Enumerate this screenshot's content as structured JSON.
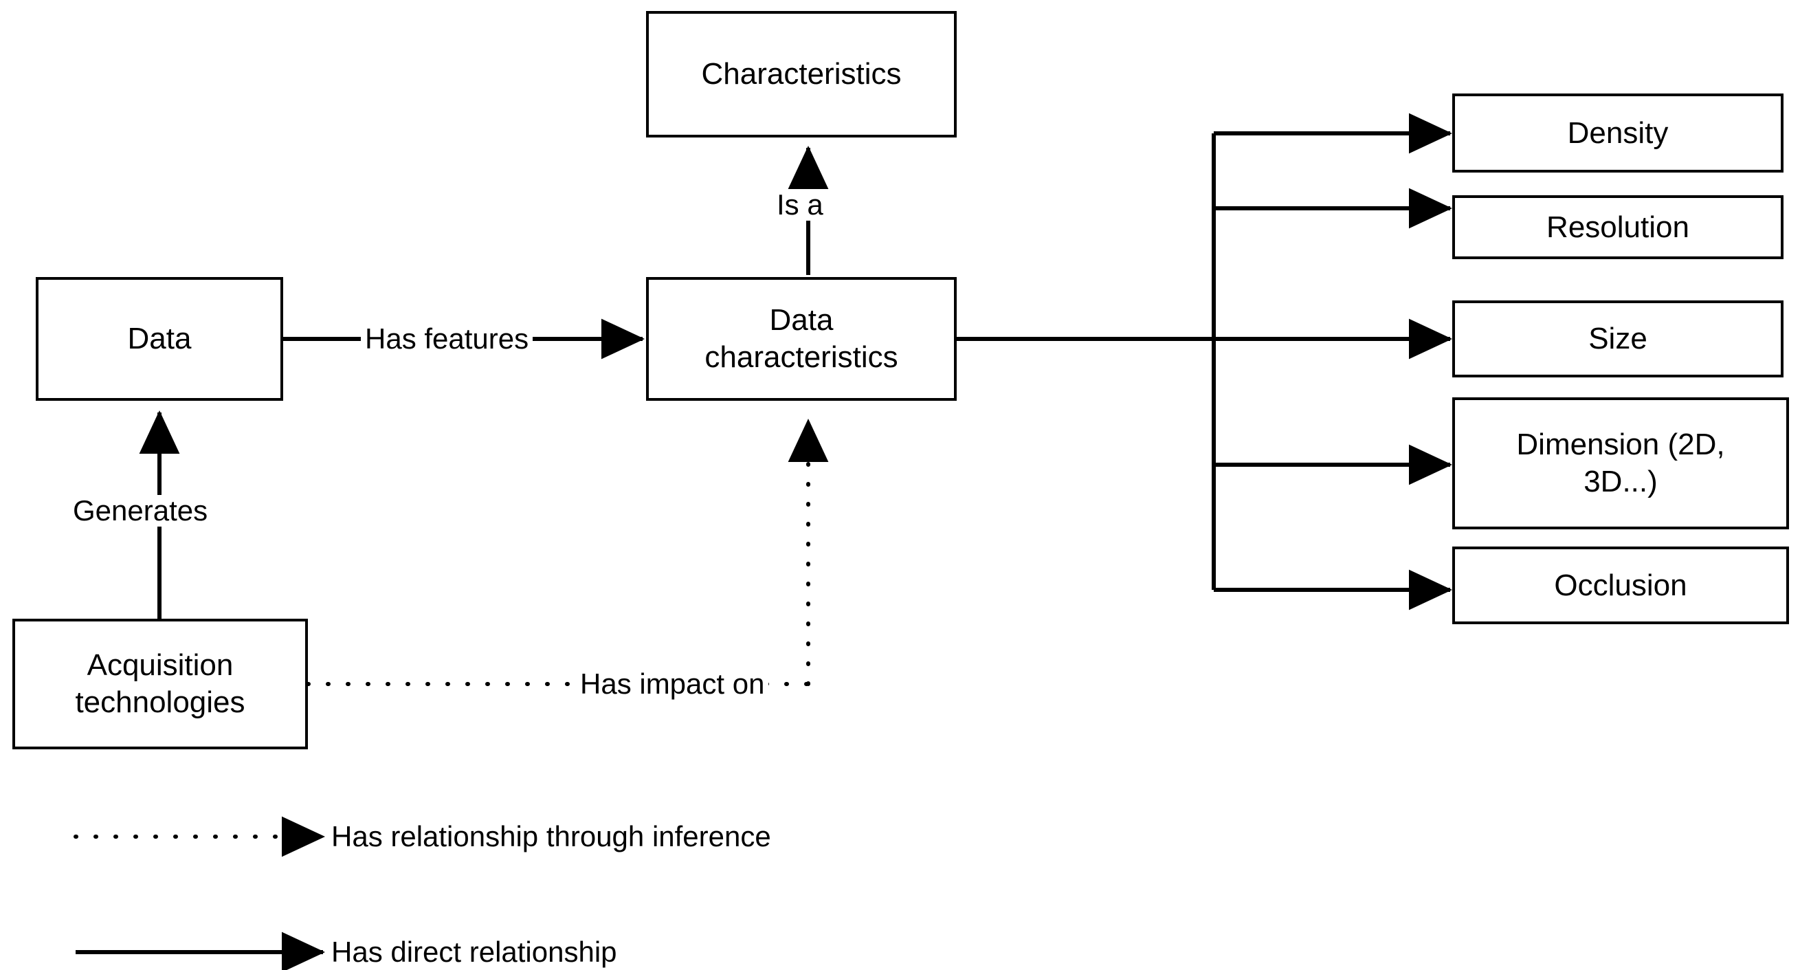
{
  "diagram": {
    "title_present": false,
    "colors": {
      "stroke": "#000000",
      "fill": "#ffffff",
      "text": "#000000"
    },
    "nodes": [
      {
        "id": "characteristics",
        "label": "Characteristics"
      },
      {
        "id": "data",
        "label": "Data"
      },
      {
        "id": "data-characteristics",
        "label": "Data\ncharacteristics"
      },
      {
        "id": "acquisition",
        "label": "Acquisition\ntechnologies"
      },
      {
        "id": "density",
        "label": "Density"
      },
      {
        "id": "resolution",
        "label": "Resolution"
      },
      {
        "id": "size",
        "label": "Size"
      },
      {
        "id": "dimension",
        "label": "Dimension (2D,\n3D...)"
      },
      {
        "id": "occlusion",
        "label": "Occlusion"
      }
    ],
    "edge_labels": [
      {
        "id": "is-a",
        "text": "Is a",
        "kind": "direct"
      },
      {
        "id": "has-features",
        "text": "Has features",
        "kind": "direct"
      },
      {
        "id": "generates",
        "text": "Generates",
        "kind": "direct"
      },
      {
        "id": "has-impact-on",
        "text": "Has impact on",
        "kind": "inference"
      }
    ],
    "legend": [
      {
        "id": "inference",
        "style": "dotted",
        "text": "Has relationship through inference"
      },
      {
        "id": "direct",
        "style": "solid",
        "text": "Has direct relationship"
      }
    ]
  }
}
